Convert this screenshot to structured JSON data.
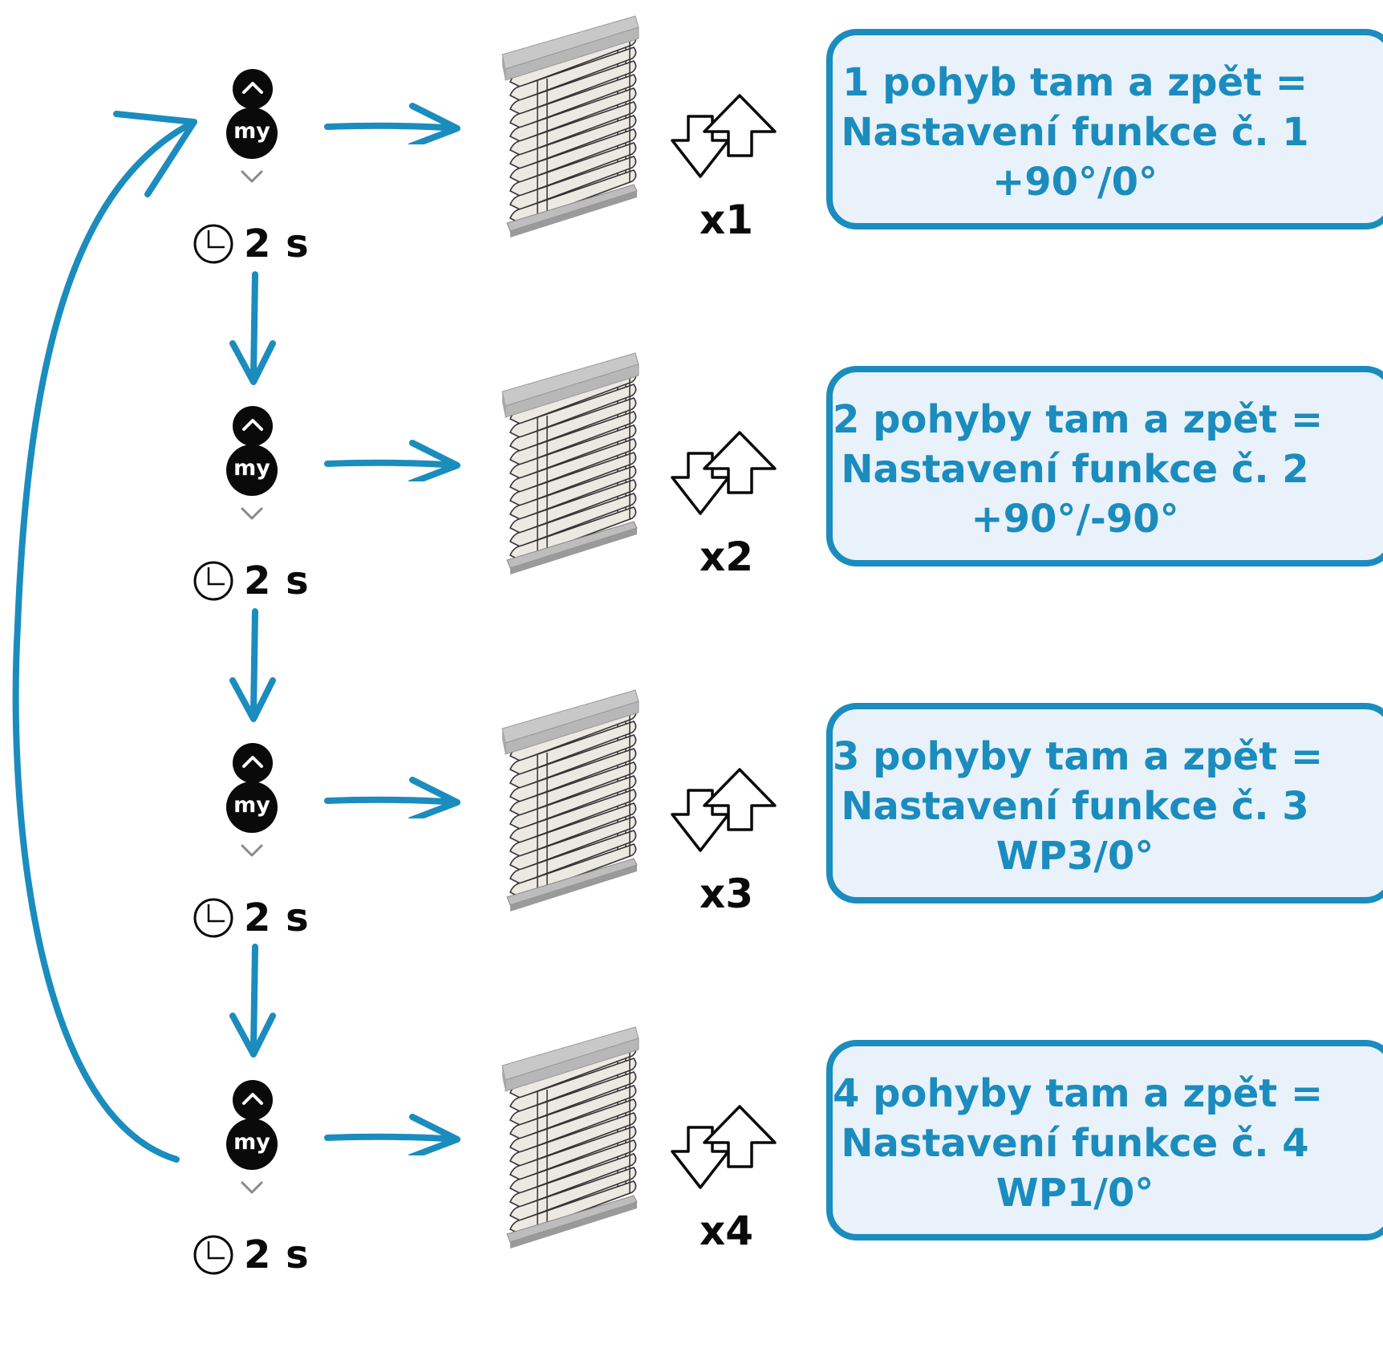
{
  "colors": {
    "accent": "#1b8cbe",
    "card_fill": "#e9f2fa",
    "button": "#0a0a0a"
  },
  "remote": {
    "my_label": "my",
    "up_icon": "chevron-up-icon",
    "down_icon": "chevron-down-icon"
  },
  "steps": [
    {
      "timer_label": "2 s",
      "count_label": "x1",
      "card_lines": [
        "1 pohyb tam a zpět =",
        "Nastavení funkce č. 1",
        "+90°/0°"
      ]
    },
    {
      "timer_label": "2 s",
      "count_label": "x2",
      "card_lines": [
        "2 pohyby tam a zpět =",
        "Nastavení funkce č. 2",
        "+90°/-90°"
      ]
    },
    {
      "timer_label": "2 s",
      "count_label": "x3",
      "card_lines": [
        "3 pohyby tam a zpět =",
        "Nastavení funkce č. 3",
        "WP3/0°"
      ]
    },
    {
      "timer_label": "2 s",
      "count_label": "x4",
      "card_lines": [
        "4 pohyby tam a zpět =",
        "Nastavení funkce č. 4",
        "WP1/0°"
      ]
    }
  ]
}
